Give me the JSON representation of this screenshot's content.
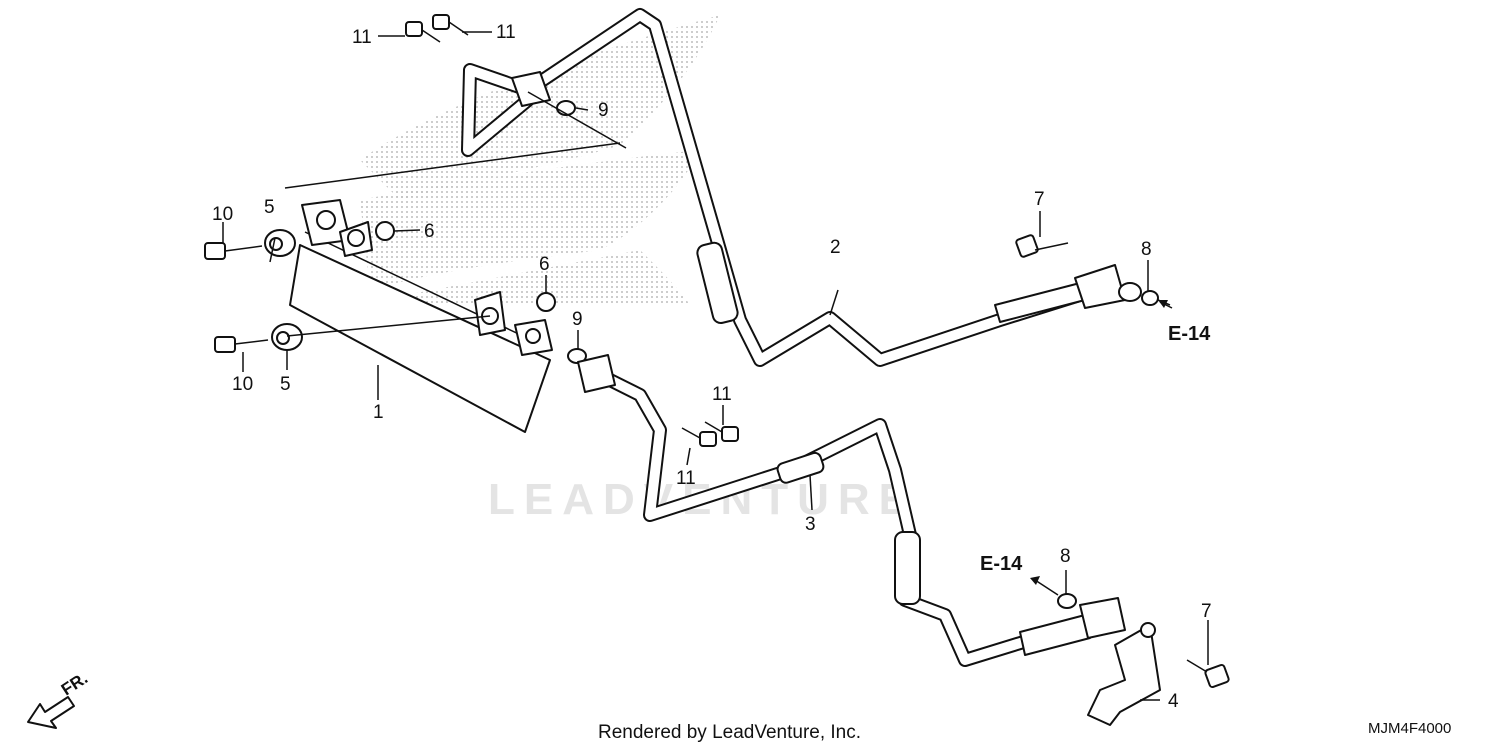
{
  "watermark": {
    "text": "LEADVENTURE"
  },
  "callouts": {
    "p1": "1",
    "p2": "2",
    "p3": "3",
    "p4": "4",
    "p5a": "5",
    "p5b": "5",
    "p6a": "6",
    "p6b": "6",
    "p7a": "7",
    "p7b": "7",
    "p8a": "8",
    "p8b": "8",
    "p9a": "9",
    "p9b": "9",
    "p10a": "10",
    "p10b": "10",
    "p11a": "11",
    "p11b": "11",
    "p11c": "11",
    "p11d": "11"
  },
  "references": {
    "upper": "E-14",
    "lower": "E-14"
  },
  "direction_label": "FR.",
  "footer": {
    "rendered_by": "Rendered by LeadVenture, Inc."
  },
  "diagram_code": "MJM4F4000"
}
